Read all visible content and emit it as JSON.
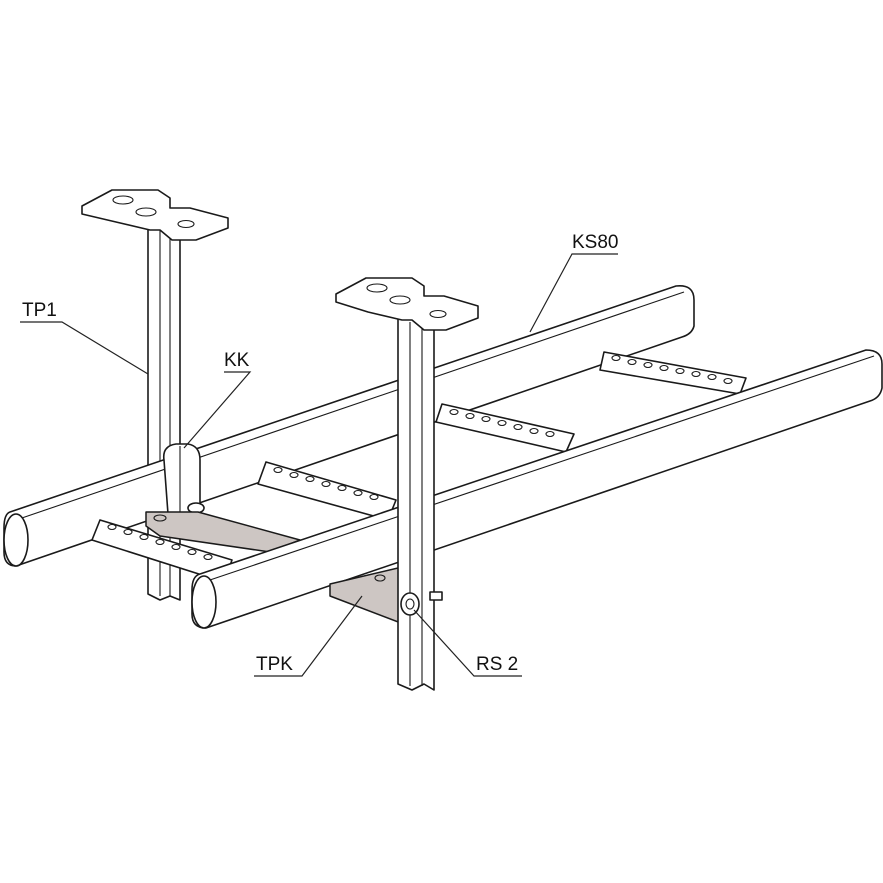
{
  "labels": {
    "tp1": "TP1",
    "kk": "KK",
    "ks80": "KS80",
    "tpk": "TPK",
    "rs2": "RS 2"
  }
}
